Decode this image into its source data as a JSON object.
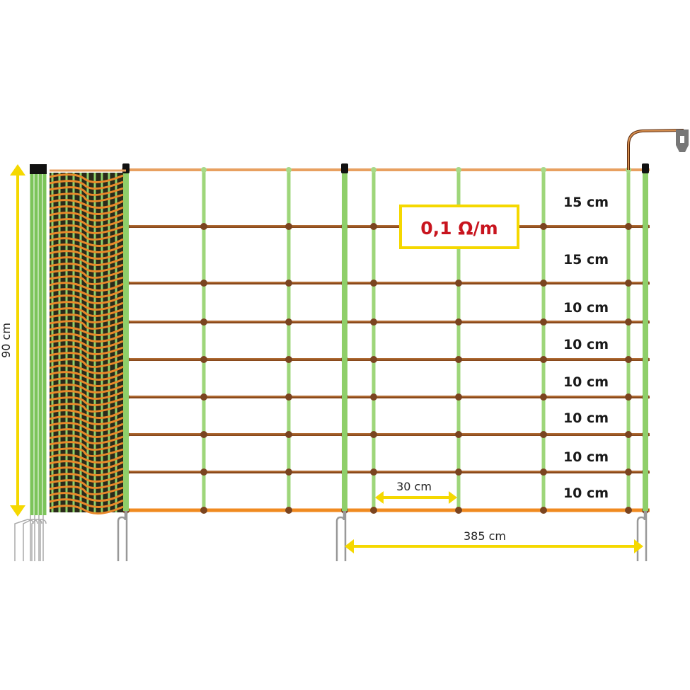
{
  "diagram": {
    "title": "Electric fence netting dimensions",
    "height_label": "90 cm",
    "resistance_label": "0,1 Ω/m",
    "mesh_width_label": "30 cm",
    "post_spacing_label": "385 cm",
    "spacing_labels": [
      "15 cm",
      "15 cm",
      "10 cm",
      "10 cm",
      "10 cm",
      "10 cm",
      "10 cm",
      "10 cm"
    ]
  },
  "colors": {
    "strand": "#8a4a1c",
    "top_strand": "#e8a060",
    "bottom_strand": "#f08a20",
    "strut": "#9ed67a",
    "arrow": "#f5d800",
    "resistance_text": "#c8141e"
  }
}
